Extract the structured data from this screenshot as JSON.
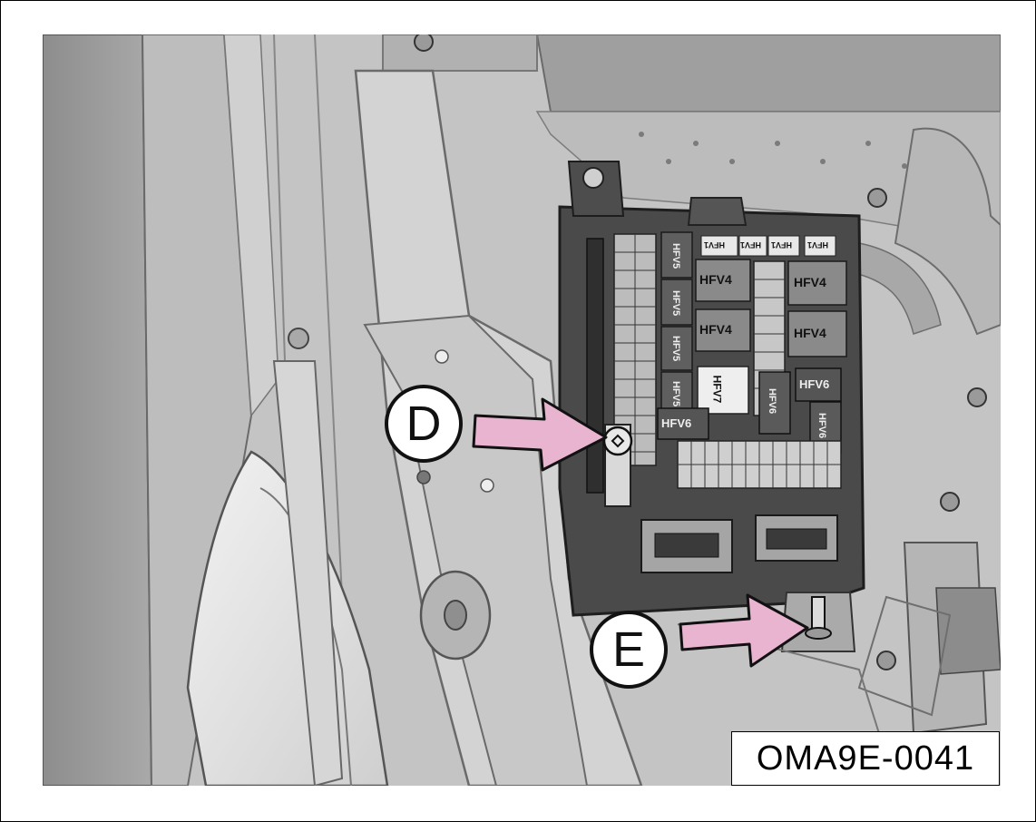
{
  "figure": {
    "code": "OMA9E-0041",
    "callouts": {
      "d": "D",
      "e": "E"
    },
    "fuse_labels": {
      "hfv4_a": "HFV4",
      "hfv4_b": "HFV4",
      "hfv4_c": "HFV4",
      "hfv4_d": "HFV4",
      "hfv6_a": "HFV6",
      "hfv6_b": "HFV6",
      "hfv5_a": "HFV5",
      "hfv5_b": "HFV5",
      "hfv5_c": "HFV5",
      "hfv5_d": "HFV5",
      "hfv6_v": "HFV6",
      "hfv6_w": "HFV6",
      "hfv7": "HFV7",
      "hfv1_a": "HFV1",
      "hfv1_b": "HFV1",
      "hfv1_c": "HFV1",
      "hfv1_d": "HFV1"
    },
    "arrow_color": "#e8b4d0",
    "arrow_outline": "#111111"
  }
}
